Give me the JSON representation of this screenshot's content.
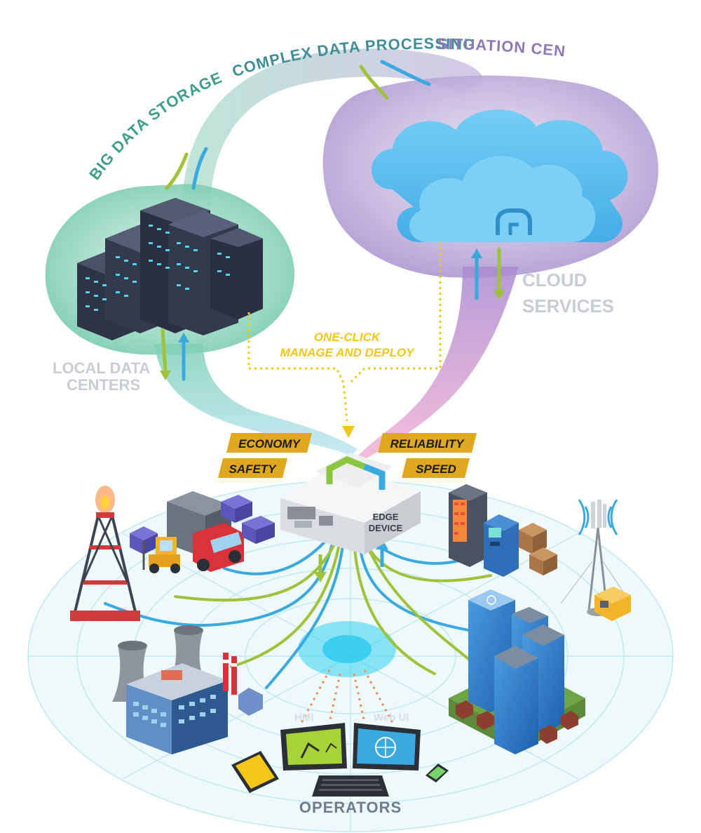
{
  "arc_labels": {
    "big_data_storage": "BIG DATA STORAGE",
    "complex_data_processing": "COMPLEX DATA PROCESSING",
    "situation_center": "SITUATION CENTER",
    "separator": "•"
  },
  "local_data_centers": {
    "line1": "LOCAL DATA",
    "line2": "CENTERS"
  },
  "cloud_services": {
    "line1": "CLOUD",
    "line2": "SERVICES"
  },
  "one_click": {
    "line1": "ONE-CLICK",
    "line2": "MANAGE AND DEPLOY"
  },
  "badges": {
    "economy": "ECONOMY",
    "reliability": "RELIABILITY",
    "safety": "SAFETY",
    "speed": "SPEED"
  },
  "edge_device": {
    "line1": "EDGE",
    "line2": "DEVICE"
  },
  "screens": {
    "hmi": "HMI",
    "web_ui": "Web UI"
  },
  "operators": "OPERATORS",
  "colors": {
    "green": "#3f9e8a",
    "purple": "#8f78b6",
    "gray_label": "#c8ccd3",
    "gold": "#f5c61a",
    "badge_fill": "#e0a81e",
    "cable_green": "#9ec23a",
    "cable_blue": "#3aa9e0",
    "cloud": "#5ec0ee",
    "operators": "#6f7c8c"
  },
  "icons": [
    "server-rack-icon",
    "cloud-icon",
    "edge-device-icon",
    "oil-rig-icon",
    "truck-icon",
    "forklift-icon",
    "vending-machine-icon",
    "atm-icon",
    "cell-tower-icon",
    "generator-icon",
    "power-plant-icon",
    "skyscraper-icon",
    "monitor-icon",
    "tablet-icon",
    "phone-icon",
    "keyboard-icon"
  ]
}
